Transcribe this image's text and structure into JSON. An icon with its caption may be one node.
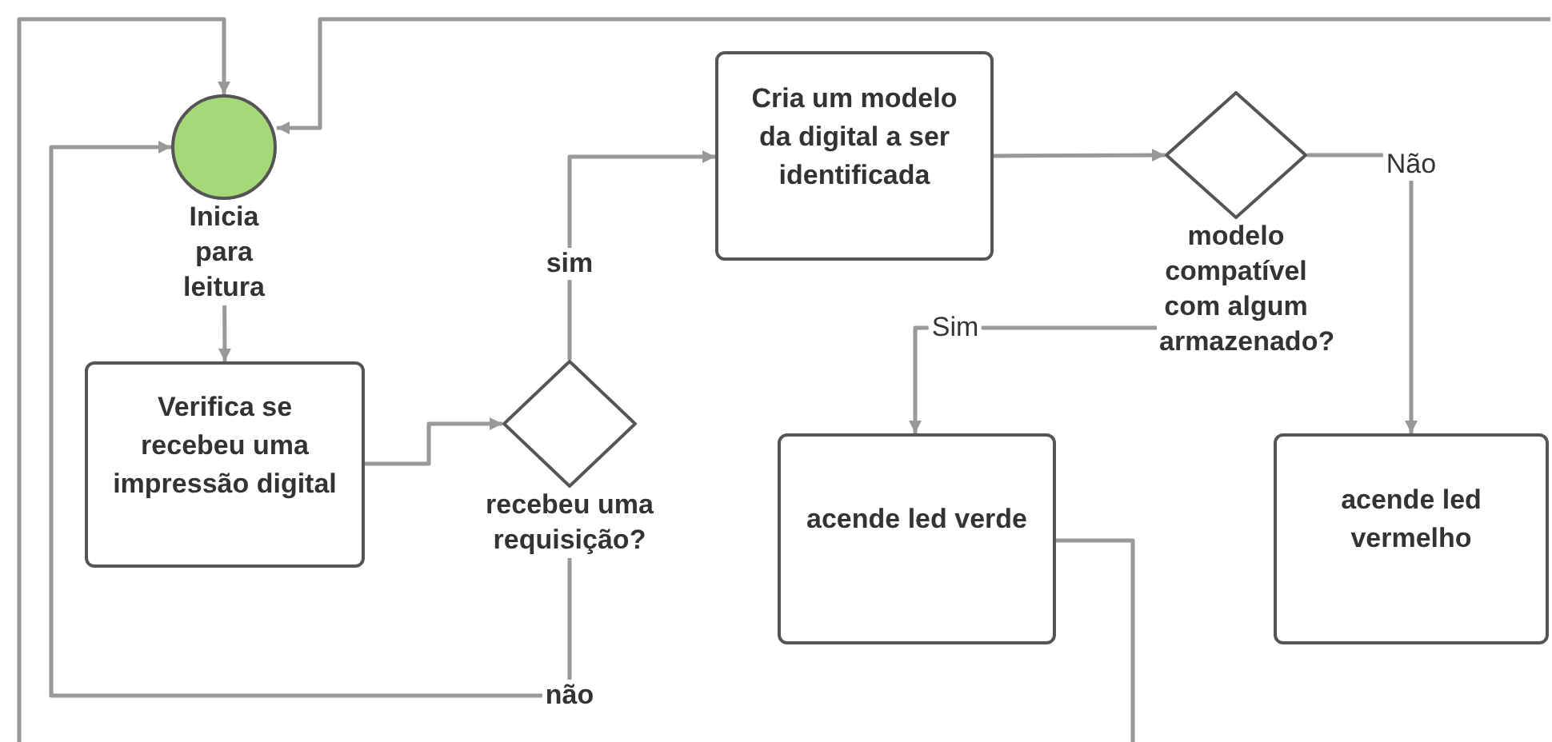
{
  "diagram": {
    "nodes": [
      {
        "text": [
          "Inicia para leitura"
        ]
      },
      {
        "text": [
          "Verifica se recebeu uma impressão digital"
        ]
      },
      {
        "text": [
          "recebeu uma requisição?"
        ]
      },
      {
        "text": [
          "Cria um modelo da digital a ser identificada"
        ]
      },
      {
        "text": [
          "modelo compatível com algum armazenado?"
        ]
      },
      {
        "text": [
          "acende led verde"
        ]
      },
      {
        "text": [
          "acende led vermelho"
        ]
      }
    ],
    "edges": [
      {
        "from": 0,
        "to": 1,
        "arrow": "to"
      },
      {
        "from": 1,
        "to": 2,
        "arrow": "to"
      },
      {
        "from": 2,
        "to": 3,
        "arrow": "to",
        "label": "sim"
      },
      {
        "from": 2,
        "to": 0,
        "arrow": "to",
        "label": "não"
      },
      {
        "from": 3,
        "to": 4,
        "arrow": "to"
      },
      {
        "from": 4,
        "to": 5,
        "arrow": "to",
        "label": "Sim"
      },
      {
        "from": 4,
        "to": 6,
        "arrow": "to",
        "label": "Não"
      },
      {
        "from": 5,
        "to": null,
        "arrow": "none"
      },
      {
        "from": null,
        "to": 0,
        "arrow": "to"
      },
      {
        "from": null,
        "to": 0,
        "arrow": "to"
      }
    ]
  }
}
